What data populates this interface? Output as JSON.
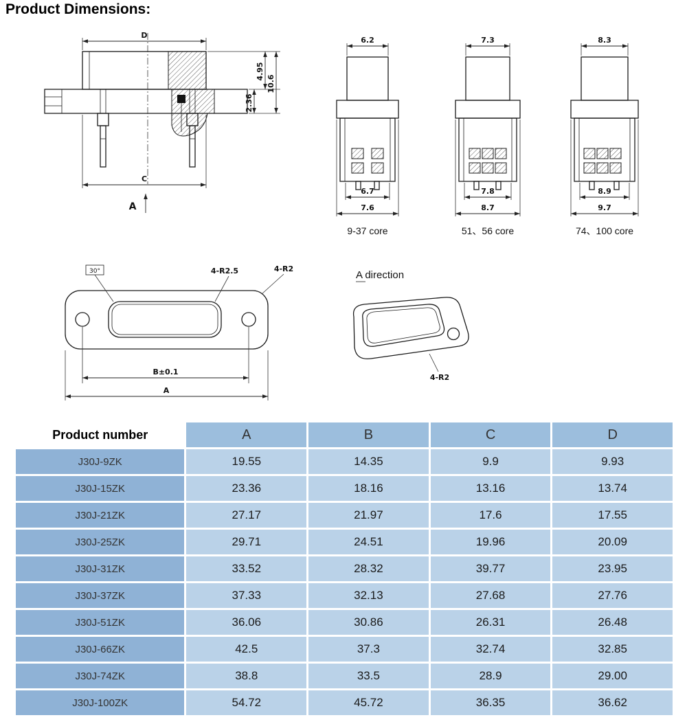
{
  "page": {
    "title": "Product Dimensions:"
  },
  "section_view": {
    "dim_d": "D",
    "dim_height_top": "4.95",
    "dim_height_total": "10.6",
    "dim_flange": "2.36",
    "dim_c": "C",
    "view_label": "A"
  },
  "connector_views": [
    {
      "dim_top": "6.2",
      "dim_inner": "6.7",
      "dim_outer": "7.6",
      "caption": "9-37 core"
    },
    {
      "dim_top": "7.3",
      "dim_inner": "7.8",
      "dim_outer": "8.7",
      "caption": "51、56 core"
    },
    {
      "dim_top": "8.3",
      "dim_inner": "8.9",
      "dim_outer": "9.7",
      "caption": "74、100 core"
    }
  ],
  "front_view": {
    "angle": "30°",
    "inner_radius": "4-R2.5",
    "outer_radius": "4-R2",
    "dim_b": "B±0.1",
    "dim_a": "A"
  },
  "a_direction_view": {
    "title": "A direction",
    "radius": "4-R2"
  },
  "table": {
    "headers": [
      "Product number",
      "A",
      "B",
      "C",
      "D"
    ],
    "colors": {
      "header_bg": "#9cbedd",
      "product_col_bg": "#8fb2d6",
      "value_cell_bg": "#bad2e8"
    },
    "rows": [
      {
        "product": "J30J-9ZK",
        "a": "19.55",
        "b": "14.35",
        "c": "9.9",
        "d": "9.93"
      },
      {
        "product": "J30J-15ZK",
        "a": "23.36",
        "b": "18.16",
        "c": "13.16",
        "d": "13.74"
      },
      {
        "product": "J30J-21ZK",
        "a": "27.17",
        "b": "21.97",
        "c": "17.6",
        "d": "17.55"
      },
      {
        "product": "J30J-25ZK",
        "a": "29.71",
        "b": "24.51",
        "c": "19.96",
        "d": "20.09"
      },
      {
        "product": "J30J-31ZK",
        "a": "33.52",
        "b": "28.32",
        "c": "39.77",
        "d": "23.95"
      },
      {
        "product": "J30J-37ZK",
        "a": "37.33",
        "b": "32.13",
        "c": "27.68",
        "d": "27.76"
      },
      {
        "product": "J30J-51ZK",
        "a": "36.06",
        "b": "30.86",
        "c": "26.31",
        "d": "26.48"
      },
      {
        "product": "J30J-66ZK",
        "a": "42.5",
        "b": "37.3",
        "c": "32.74",
        "d": "32.85"
      },
      {
        "product": "J30J-74ZK",
        "a": "38.8",
        "b": "33.5",
        "c": "28.9",
        "d": "29.00"
      },
      {
        "product": "J30J-100ZK",
        "a": "54.72",
        "b": "45.72",
        "c": "36.35",
        "d": "36.62"
      }
    ]
  }
}
